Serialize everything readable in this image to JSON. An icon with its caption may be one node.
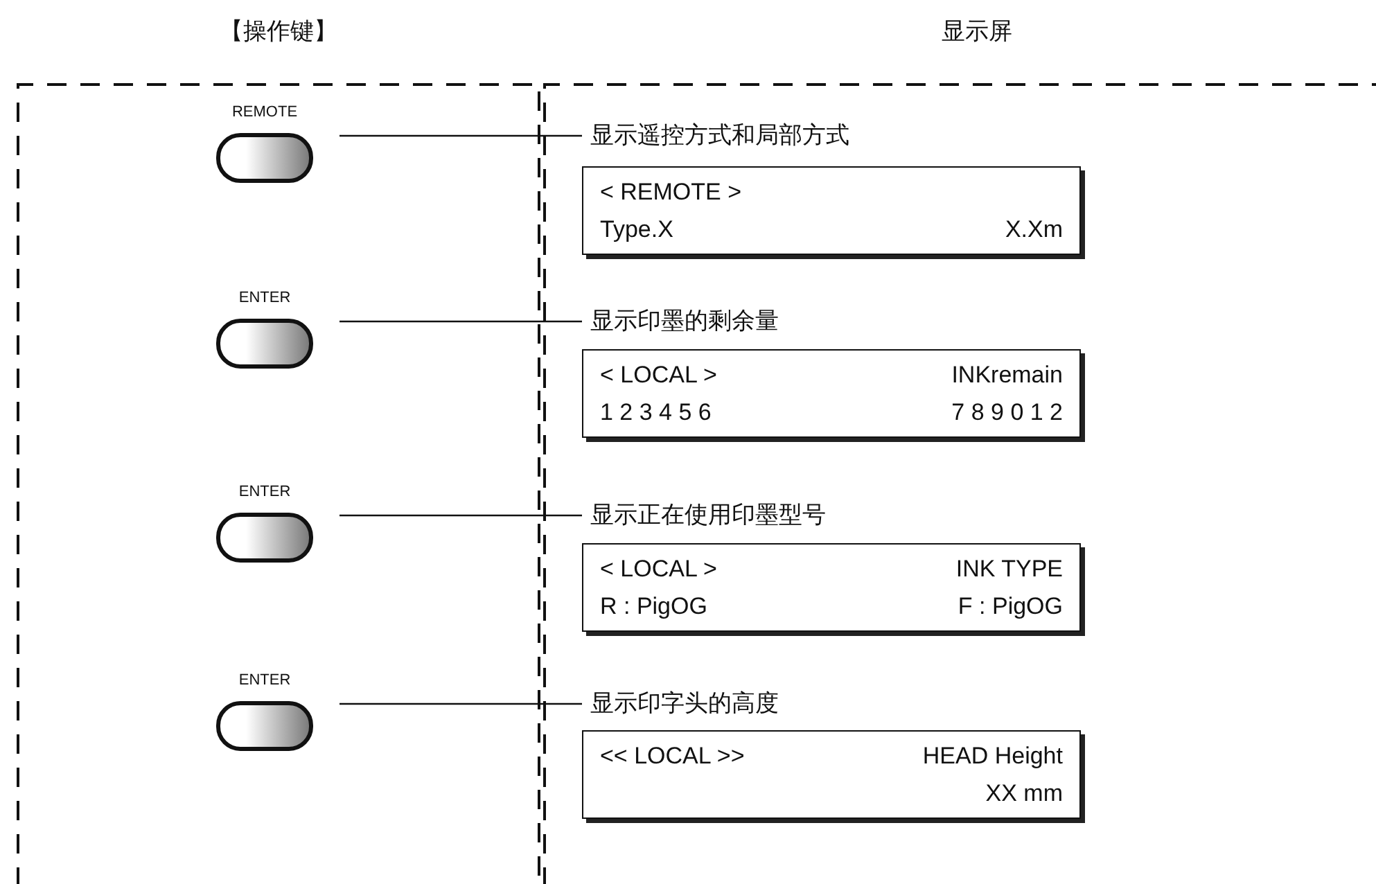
{
  "diagram": {
    "nodes": [
      {
        "text": [
          "【操作键】"
        ]
      },
      {
        "text": [
          "显示屏"
        ]
      },
      {
        "text": [
          "REMOTE"
        ],
        "in": 0
      },
      {
        "text": [
          "显示遥控方式和局部方式"
        ],
        "in": 1
      },
      {
        "text": [
          "< REMOTE >",
          "Type.X",
          "X.Xm"
        ],
        "in": 1
      },
      {
        "text": [
          "ENTER"
        ],
        "in": 0
      },
      {
        "text": [
          "显示印墨的剩余量"
        ],
        "in": 1
      },
      {
        "text": [
          "< LOCAL >",
          "INKremain",
          "1 2 3 4 5 6",
          "7 8 9 0 1 2"
        ],
        "in": 1
      },
      {
        "text": [
          "ENTER"
        ],
        "in": 0
      },
      {
        "text": [
          "显示正在使用印墨型号"
        ],
        "in": 1
      },
      {
        "text": [
          "< LOCAL >",
          "INK TYPE",
          "R : PigOG",
          "F : PigOG"
        ],
        "in": 1
      },
      {
        "text": [
          "ENTER"
        ],
        "in": 0
      },
      {
        "text": [
          "显示印字头的高度"
        ],
        "in": 1
      },
      {
        "text": [
          "<< LOCAL >>",
          "HEAD Height",
          "XX mm"
        ],
        "in": 1
      }
    ],
    "edges": [
      {
        "from": 2,
        "to": 3,
        "arrow": "none"
      },
      {
        "from": 5,
        "to": 6,
        "arrow": "none"
      },
      {
        "from": 8,
        "to": 9,
        "arrow": "none"
      },
      {
        "from": 11,
        "to": 12,
        "arrow": "none"
      }
    ]
  }
}
